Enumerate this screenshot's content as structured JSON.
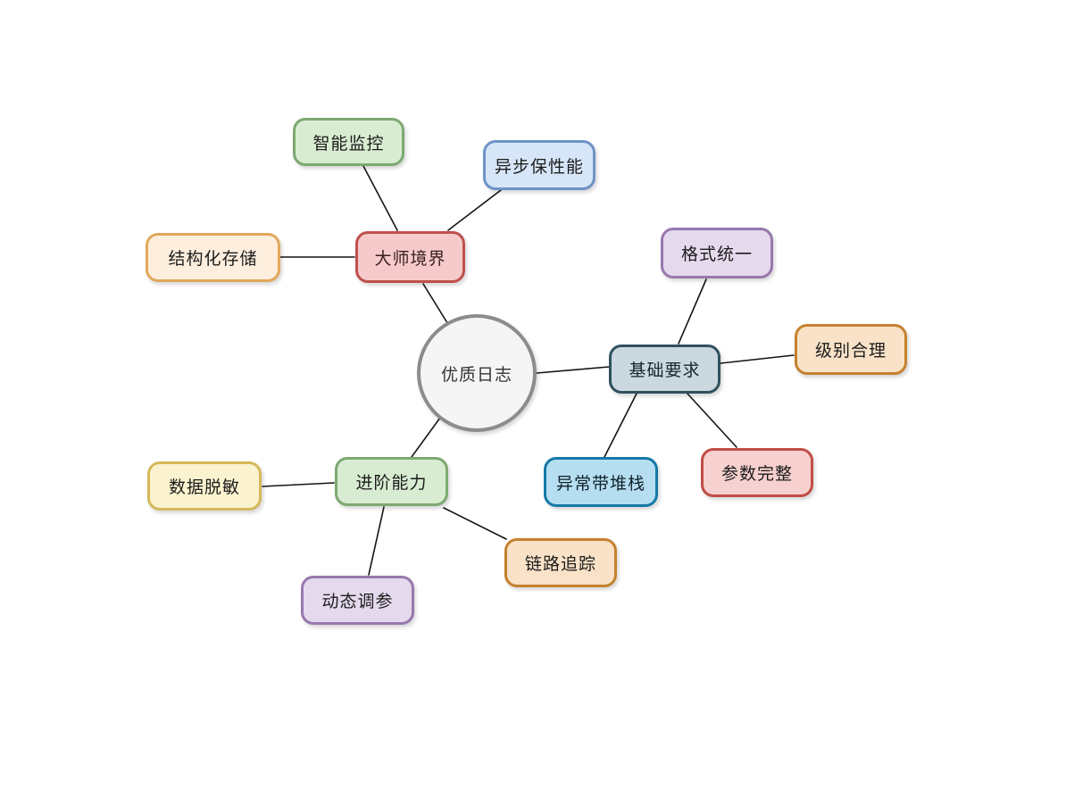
{
  "diagram": {
    "type": "mindmap",
    "center_topic": "优质日志",
    "background": "#ffffff",
    "edge_color": "#141414"
  },
  "nodes": [
    {
      "id": "root",
      "label": "优质日志",
      "shape": "circle",
      "level": 0,
      "fill": "#f5f5f5",
      "border": "#8c8c8c",
      "text_color": "#333333"
    },
    {
      "id": "master",
      "label": "大师境界",
      "shape": "rounded-rect",
      "level": 1,
      "fill": "#f6caca",
      "border": "#bf504d",
      "text_color": "#3a1f1f"
    },
    {
      "id": "smart-monitor",
      "label": "智能监控",
      "shape": "rounded-rect",
      "level": 2,
      "fill": "#d8ecd2",
      "border": "#7da971",
      "text_color": "#1c1c1c"
    },
    {
      "id": "async-perf",
      "label": "异步保性能",
      "shape": "rounded-rect",
      "level": 2,
      "fill": "#d6e6f8",
      "border": "#6d93c6",
      "text_color": "#1c1c1c"
    },
    {
      "id": "structured",
      "label": "结构化存储",
      "shape": "rounded-rect",
      "level": 2,
      "fill": "#fdeedd",
      "border": "#e2a85a",
      "text_color": "#1c1c1c"
    },
    {
      "id": "basic",
      "label": "基础要求",
      "shape": "rounded-rect",
      "level": 1,
      "fill": "#ccd8df",
      "border": "#32505e",
      "text_color": "#16262e"
    },
    {
      "id": "format",
      "label": "格式统一",
      "shape": "rounded-rect",
      "level": 2,
      "fill": "#e5d9ed",
      "border": "#9878ae",
      "text_color": "#1c1c1c"
    },
    {
      "id": "level-ok",
      "label": "级别合理",
      "shape": "rounded-rect",
      "level": 2,
      "fill": "#f9e2c7",
      "border": "#c5812e",
      "text_color": "#1c1c1c"
    },
    {
      "id": "params",
      "label": "参数完整",
      "shape": "rounded-rect",
      "level": 2,
      "fill": "#f7d1cf",
      "border": "#c14e45",
      "text_color": "#1c1c1c"
    },
    {
      "id": "exc-stack",
      "label": "异常带堆栈",
      "shape": "rounded-rect",
      "level": 2,
      "fill": "#b6def1",
      "border": "#1679a8",
      "text_color": "#10222c"
    },
    {
      "id": "advanced",
      "label": "进阶能力",
      "shape": "rounded-rect",
      "level": 1,
      "fill": "#d8ecd2",
      "border": "#7da971",
      "text_color": "#1c1c1c"
    },
    {
      "id": "data-masking",
      "label": "数据脱敏",
      "shape": "rounded-rect",
      "level": 2,
      "fill": "#fbf3cf",
      "border": "#d5b95b",
      "text_color": "#1c1c1c"
    },
    {
      "id": "dynamic-tuning",
      "label": "动态调参",
      "shape": "rounded-rect",
      "level": 2,
      "fill": "#e5d9ed",
      "border": "#9878ae",
      "text_color": "#1c1c1c"
    },
    {
      "id": "trace",
      "label": "链路追踪",
      "shape": "rounded-rect",
      "level": 2,
      "fill": "#f9e2c7",
      "border": "#c5812e",
      "text_color": "#1c1c1c"
    }
  ],
  "edges": [
    {
      "from": "root",
      "to": "master"
    },
    {
      "from": "root",
      "to": "basic"
    },
    {
      "from": "root",
      "to": "advanced"
    },
    {
      "from": "master",
      "to": "smart-monitor"
    },
    {
      "from": "master",
      "to": "async-perf"
    },
    {
      "from": "master",
      "to": "structured"
    },
    {
      "from": "basic",
      "to": "format"
    },
    {
      "from": "basic",
      "to": "level-ok"
    },
    {
      "from": "basic",
      "to": "exc-stack"
    },
    {
      "from": "basic",
      "to": "params"
    },
    {
      "from": "advanced",
      "to": "data-masking"
    },
    {
      "from": "advanced",
      "to": "dynamic-tuning"
    },
    {
      "from": "advanced",
      "to": "trace"
    }
  ]
}
